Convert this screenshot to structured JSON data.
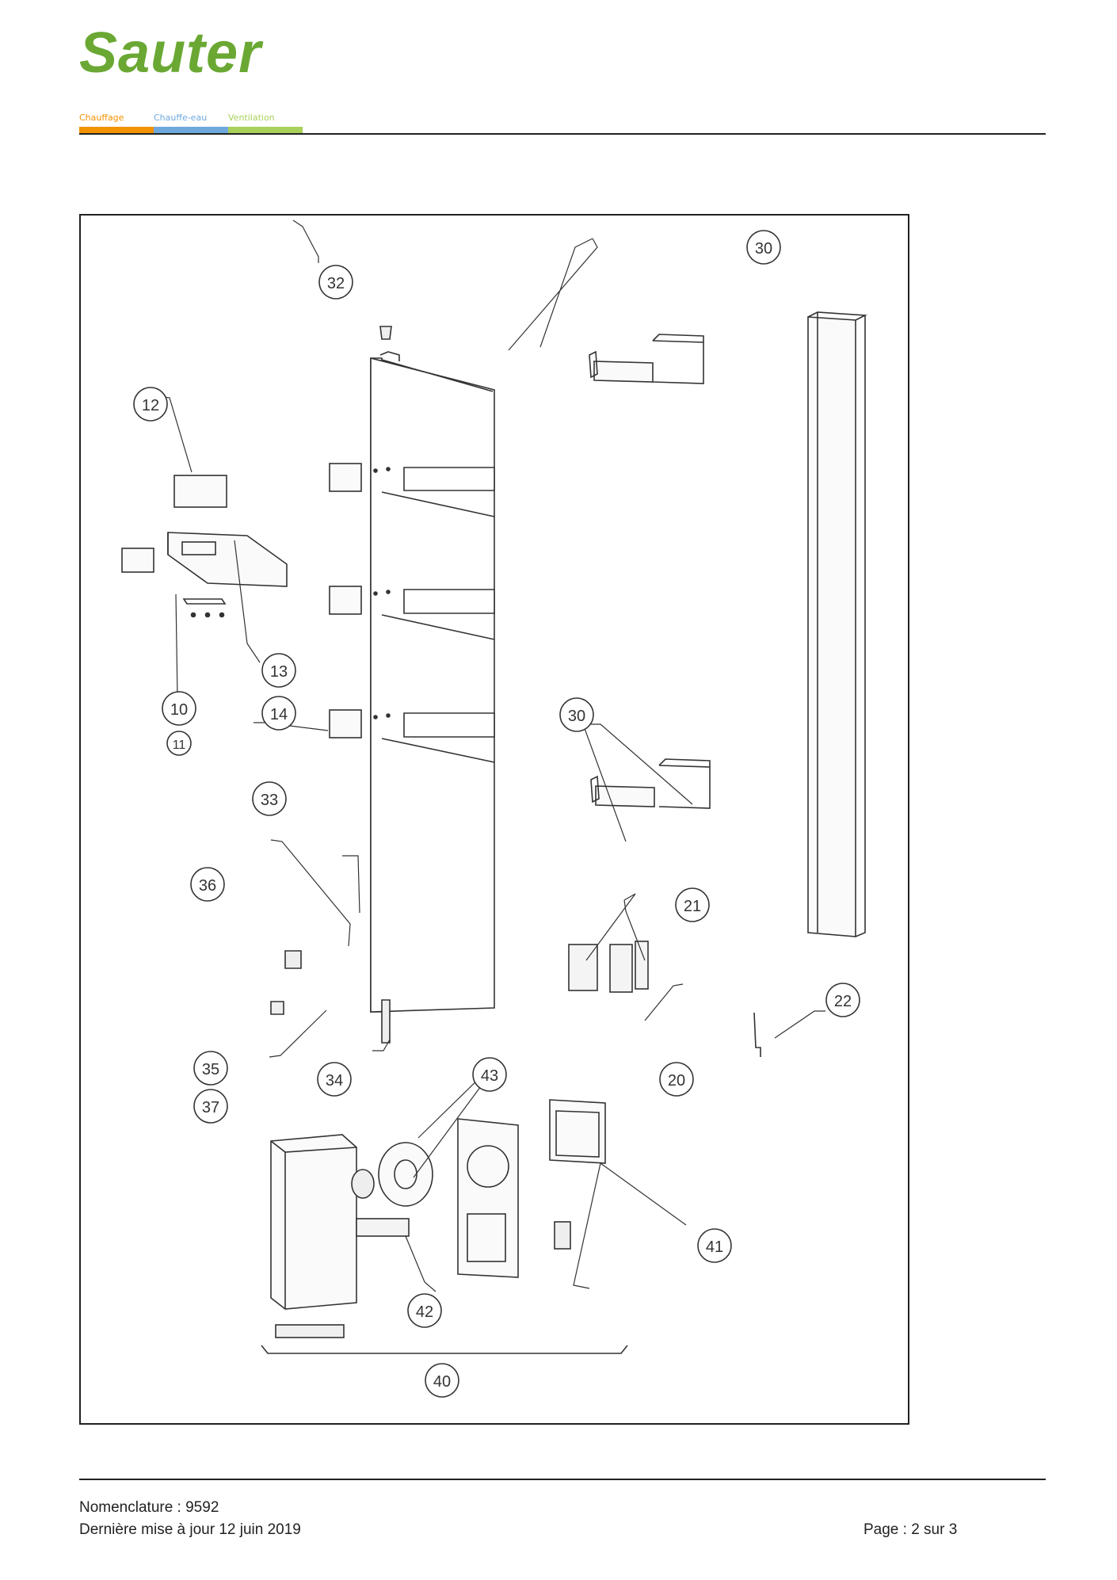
{
  "header": {
    "logo_text": "Sauter",
    "tags": [
      {
        "label": "Chauffage",
        "color": "#f39200"
      },
      {
        "label": "Chauffe-eau",
        "color": "#6fa8dc"
      },
      {
        "label": "Ventilation",
        "color": "#a8d05a"
      }
    ]
  },
  "diagram": {
    "callouts": [
      "10",
      "11",
      "12",
      "13",
      "14",
      "20",
      "21",
      "22",
      "30",
      "30",
      "32",
      "33",
      "34",
      "35",
      "36",
      "37",
      "40",
      "41",
      "42",
      "43"
    ]
  },
  "footer": {
    "nomenclature": "Nomenclature : 9592",
    "updated": "Dernière mise à jour 12 juin 2019",
    "page": "Page : 2 sur 3"
  }
}
